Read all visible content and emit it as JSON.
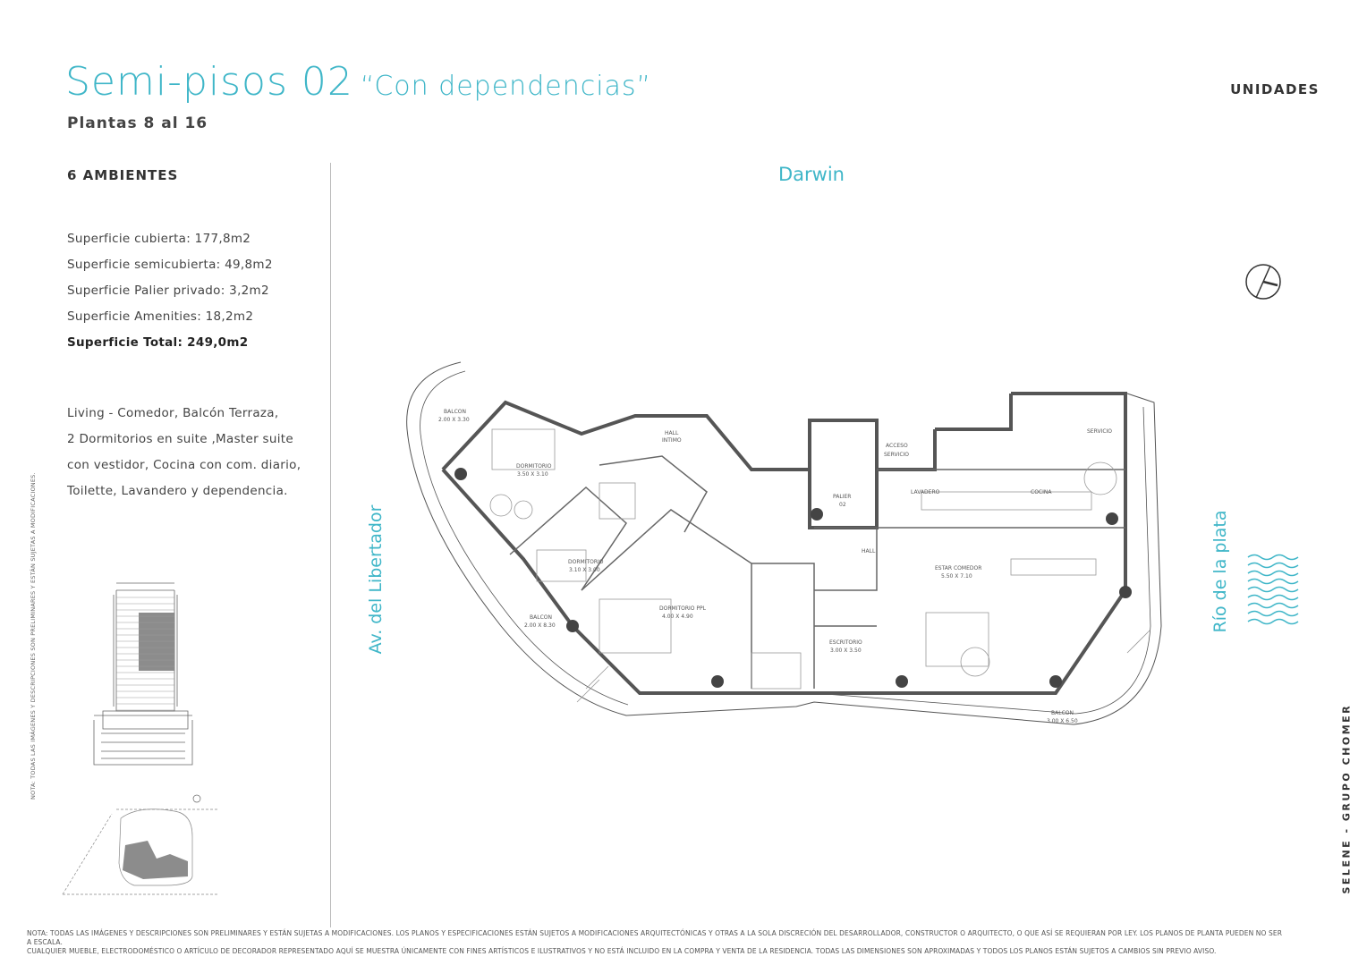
{
  "header": {
    "title": "Semi-pisos 02",
    "subtitle": "“Con dependencias”",
    "floors": "Plantas 8 al 16",
    "section": "UNIDADES"
  },
  "info": {
    "ambientes": "6 AMBIENTES",
    "surfaces": [
      "Superficie cubierta: 177,8m2",
      "Superficie semicubierta: 49,8m2",
      "Superficie Palier privado: 3,2m2",
      "Superficie Amenities: 18,2m2"
    ],
    "total": "Superficie Total: 249,0m2",
    "description": [
      "Living - Comedor, Balcón Terraza,",
      "2 Dormitorios en suite ,Master suite",
      "con vestidor, Cocina con com. diario,",
      "Toilette, Lavandero y dependencia."
    ]
  },
  "streets": {
    "top": "Darwin",
    "left": "Av. del Libertador",
    "right": "Río de la plata"
  },
  "rooms": {
    "balcon_top": "BALCON",
    "balcon_top_dim": "2.00 X 3.30",
    "dorm1": "DORMITORIO",
    "dorm1_dim": "3.50 X 3.10",
    "hall_intimo": "HALL",
    "hall_intimo_2": "INTIMO",
    "dorm2": "DORMITORIO",
    "dorm2_dim": "3.10 X 3.00",
    "dorm_ppl": "DORMITORIO PPL",
    "dorm_ppl_dim": "4.00 X 4.90",
    "balcon_left": "BALCON",
    "balcon_left_dim": "2.00 X 8.30",
    "escritorio": "ESCRITORIO",
    "escritorio_dim": "3.00 X 3.50",
    "palier": "PALIER",
    "palier_num": "02",
    "hall": "HALL",
    "acceso": "ACCESO",
    "servicio_acc": "SERVICIO",
    "lavadero": "LAVADERO",
    "cocina": "COCINA",
    "servicio": "SERVICIO",
    "estar": "ESTAR COMEDOR",
    "estar_dim": "5.50 X 7.10",
    "balcon_right": "BALCON",
    "balcon_right_dim": "3.00 X 6.50"
  },
  "brand": "SELENE - GRUPO CHOMER",
  "side_note": "NOTA: TODAS LAS IMÁGENES Y DESCRIPCIONES SON PRELIMINARES Y ESTÁN SUJETAS A MODIFICACIONES.",
  "footer": [
    "NOTA: TODAS LAS IMÁGENES Y DESCRIPCIONES SON PRELIMINARES Y ESTÁN SUJETAS A MODIFICACIONES. LOS PLANOS Y ESPECIFICACIONES ESTÁN SUJETOS A MODIFICACIONES ARQUITECTÓNICAS Y OTRAS A LA SOLA DISCRECIÓN DEL DESARROLLADOR, CONSTRUCTOR O ARQUITECTO, O QUE ASÍ SE REQUIERAN POR LEY. LOS PLANOS DE PLANTA PUEDEN NO SER A ESCALA.",
    "CUALQUIER MUEBLE, ELECTRODOMÉSTICO O ARTÍCULO DE DECORADOR REPRESENTADO AQUÍ SE MUESTRA ÚNICAMENTE CON FINES ARTÍSTICOS E ILUSTRATIVOS Y NO ESTÁ INCLUIDO EN LA COMPRA Y VENTA DE LA RESIDENCIA. TODAS LAS DIMENSIONES SON APROXIMADAS Y TODOS LOS PLANOS ESTÁN SUJETOS A CAMBIOS SIN PREVIO AVISO."
  ],
  "colors": {
    "accent": "#3fb6c8",
    "wall": "#555555",
    "highlight": "#8c8c8c"
  }
}
